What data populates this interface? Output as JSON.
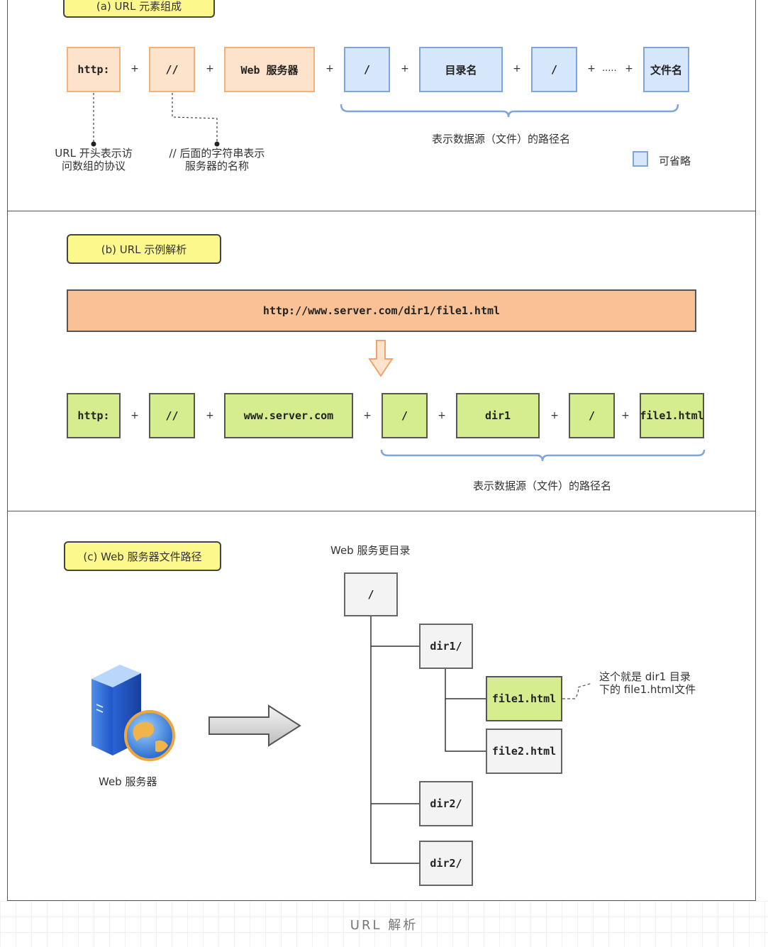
{
  "caption": "URL 解析",
  "panel_a": {
    "label": "(a)  URL 元素组成",
    "items": [
      "http:",
      "//",
      "Web 服务器",
      "/",
      "目录名",
      "/",
      "文件名"
    ],
    "plus": "+",
    "ellipsis": ".....",
    "brace_text": "表示数据源（文件）的路径名",
    "note1": [
      "URL 开头表示访",
      "问数组的协议"
    ],
    "note2": [
      "// 后面的字符串表示",
      "服务器的名称"
    ],
    "legend": "可省略"
  },
  "panel_b": {
    "label": "(b)  URL 示例解析",
    "url": "http://www.server.com/dir1/file1.html",
    "items": [
      "http:",
      "//",
      "www.server.com",
      "/",
      "dir1",
      "/",
      "file1.html"
    ],
    "plus": "+",
    "brace_text": "表示数据源（文件）的路径名"
  },
  "panel_c": {
    "label": "(c)  Web 服务器文件路径",
    "server_label": "Web 服务器",
    "tree_title": "Web 服务更目录",
    "root": "/",
    "nodes": [
      "dir1/",
      "file1.html",
      "file2.html",
      "dir2/",
      "dir2/"
    ],
    "note": [
      "这个就是 dir1 目录",
      "下的 file1.html文件"
    ]
  },
  "colors": {
    "orange_fill": "#fde3cb",
    "blue_fill": "#d6e6fb",
    "green_fill": "#d5ed8e",
    "label_fill": "#fdf88c",
    "url_bar_fill": "#f9c296"
  }
}
